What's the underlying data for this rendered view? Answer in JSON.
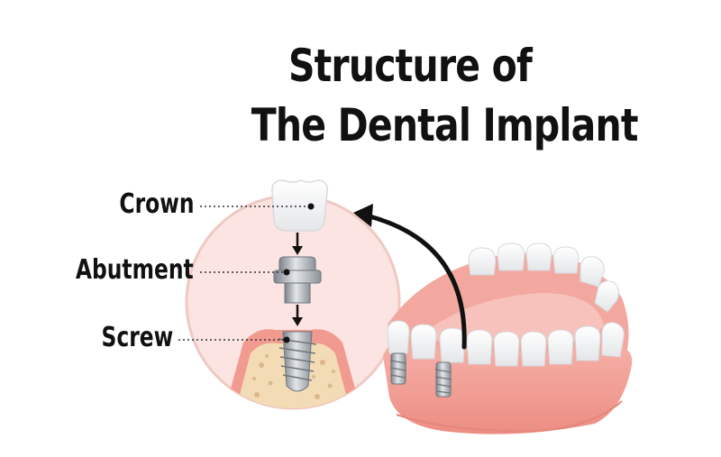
{
  "title": {
    "line1": "Structure of",
    "line2": "The Dental Implant"
  },
  "labels": {
    "crown": "Crown",
    "abutment": "Abutment",
    "screw": "Screw"
  },
  "colors": {
    "text": "#111111",
    "circle_fill": "#fbe4e1",
    "circle_stroke": "#efc9c3",
    "gum": "#f29a91",
    "gum_light": "#f7b7ae",
    "tooth": "#f6f6f6",
    "metal": "#a8adb3",
    "bone": "#f3dcb5",
    "arrow": "#111111"
  }
}
